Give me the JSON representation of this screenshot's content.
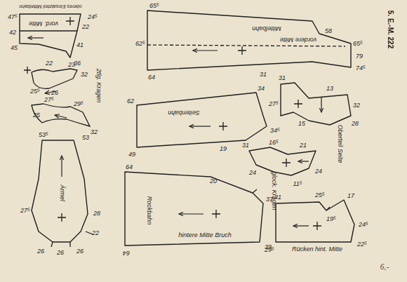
{
  "diagram": {
    "title": "5. E.-M. 222",
    "nodes": [
      {
        "text": [
          "oberes Einsatzteil Mittelbahn",
          "vord. Mitte"
        ]
      },
      {
        "text": [
          "Mittelbahn",
          "vordere Mitte"
        ]
      },
      {
        "text": [
          "Ärmel"
        ]
      },
      {
        "text": [
          "Seitenbahn"
        ]
      },
      {
        "text": [
          "Oberteil Seite"
        ]
      },
      {
        "text": [
          "glock. Kragen"
        ]
      },
      {
        "text": [
          "Rockbahn",
          "hintere Mitte Bruch"
        ]
      },
      {
        "text": [
          "Rücken hint. Mitte"
        ]
      }
    ],
    "labels": [
      "47⁵",
      "24⁵",
      "22",
      "42",
      "41",
      "45",
      "23",
      "65⁵",
      "62⁵",
      "64",
      "58",
      "65⁵",
      "31",
      "79",
      "74⁵",
      "36",
      "32",
      "22",
      "26",
      "25⁵",
      "2tlg. Kragen",
      "27⁵",
      "29⁵",
      "25",
      "32",
      "53⁵",
      "53",
      "27⁵",
      "28",
      "22",
      "26",
      "26",
      "26",
      "62",
      "34",
      "49",
      "19",
      "34⁵",
      "31",
      "13",
      "27⁵",
      "32",
      "15",
      "28",
      "31",
      "16⁵",
      "21",
      "24",
      "24",
      "11⁵",
      "64",
      "20",
      "37",
      "39",
      "64",
      "41",
      "25⁵",
      "17",
      "19⁵",
      "24⁵",
      "22⁵",
      "29⁵",
      "6,-"
    ]
  }
}
